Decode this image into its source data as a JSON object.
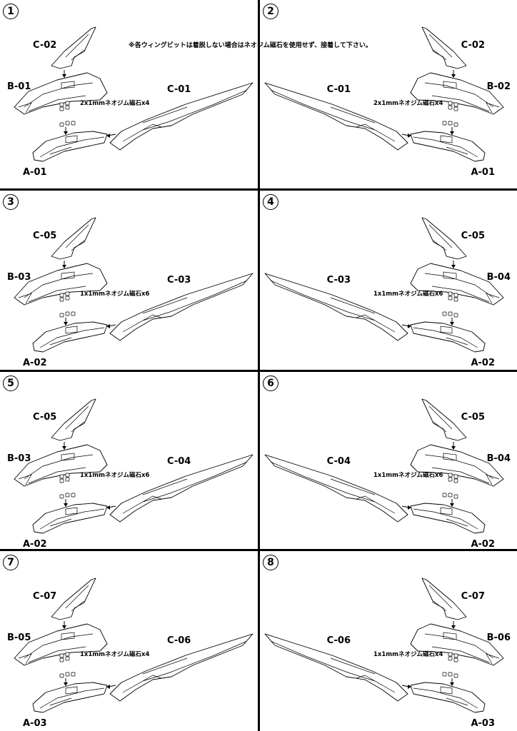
{
  "note": "※各ウィングビットは着脱しない場合はネオジム磁石を使用せず、接着して下さい。",
  "panels": [
    {
      "step": "1",
      "mirror": false,
      "a": "A-01",
      "b": "B-01",
      "c_top": "C-02",
      "c_big": "C-01",
      "magnet": "2x1mmネオジム磁石x4"
    },
    {
      "step": "2",
      "mirror": true,
      "a": "A-01",
      "b": "B-02",
      "c_top": "C-02",
      "c_big": "C-01",
      "magnet": "2x1mmネオジム磁石x4"
    },
    {
      "step": "3",
      "mirror": false,
      "a": "A-02",
      "b": "B-03",
      "c_top": "C-05",
      "c_big": "C-03",
      "magnet": "1x1mmネオジム磁石x6"
    },
    {
      "step": "4",
      "mirror": true,
      "a": "A-02",
      "b": "B-04",
      "c_top": "C-05",
      "c_big": "C-03",
      "magnet": "1x1mmネオジム磁石x6"
    },
    {
      "step": "5",
      "mirror": false,
      "a": "A-02",
      "b": "B-03",
      "c_top": "C-05",
      "c_big": "C-04",
      "magnet": "1x1mmネオジム磁石x6"
    },
    {
      "step": "6",
      "mirror": true,
      "a": "A-02",
      "b": "B-04",
      "c_top": "C-05",
      "c_big": "C-04",
      "magnet": "1x1mmネオジム磁石x6"
    },
    {
      "step": "7",
      "mirror": false,
      "a": "A-03",
      "b": "B-05",
      "c_top": "C-07",
      "c_big": "C-06",
      "magnet": "1x1mmネオジム磁石x4"
    },
    {
      "step": "8",
      "mirror": true,
      "a": "A-03",
      "b": "B-06",
      "c_top": "C-07",
      "c_big": "C-06",
      "magnet": "1x1mmネオジム磁石x4"
    }
  ]
}
